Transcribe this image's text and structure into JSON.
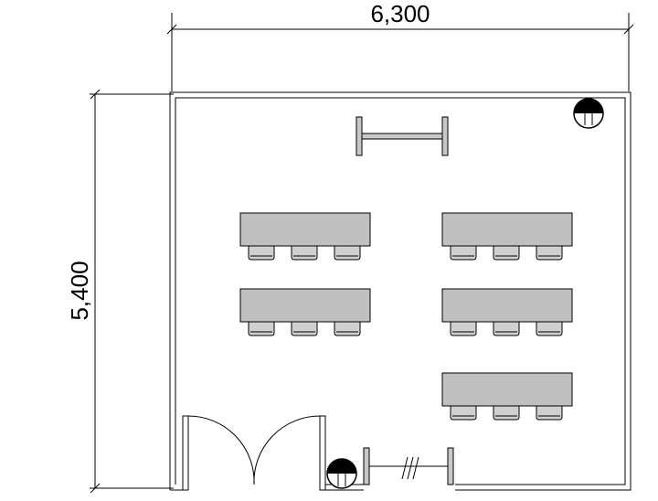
{
  "dimensions": {
    "width_label": "6,300",
    "height_label": "5,400"
  },
  "room": {
    "table_count": 5,
    "chairs_per_table": 3
  },
  "colors": {
    "line": "#000000",
    "table_fill": "#c0c0c0",
    "chair_fill": "#d0d0d0",
    "background": "#ffffff"
  }
}
